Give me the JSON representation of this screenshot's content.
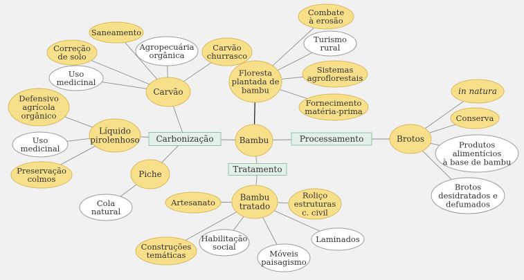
{
  "colors": {
    "background": "#f1f1f1",
    "yellow_fill": "#f8df8a",
    "yellow_stroke": "#d8ba5e",
    "white_fill": "#ffffff",
    "white_stroke": "#9a9a9a",
    "box_fill": "#e3f1e8",
    "box_stroke": "#8fc2a6",
    "line": "#8c8c8c",
    "line_dark": "#222222",
    "text": "#333333"
  },
  "center": {
    "label": "Bambu"
  },
  "processes": {
    "carbonizacao": "Carbonização",
    "processamento": "Processamento",
    "tratamento": "Tratamento"
  },
  "hubs": {
    "carvao": "Carvão",
    "liquido": [
      "Líquido",
      "pirolenhoso"
    ],
    "piche": "Piche",
    "floresta": [
      "Floresta",
      "plantada de",
      "bambu"
    ],
    "brotos": "Brotos",
    "bambu_tratado": [
      "Bambu",
      "tratado"
    ]
  },
  "leaves": {
    "saneamento": "Saneamento",
    "correcao": [
      "Correção",
      "de solo"
    ],
    "uso_medicinal_1": [
      "Uso",
      "medicinal"
    ],
    "agropecuaria": [
      "Agropecuária",
      "orgânica"
    ],
    "carvao_churrasco": [
      "Carvão",
      "churrasco"
    ],
    "defensivo": [
      "Defensivo",
      "agrícola",
      "orgânico"
    ],
    "uso_medicinal_2": [
      "Uso",
      "medicinal"
    ],
    "preservacao": [
      "Preservação",
      "colmos"
    ],
    "cola": [
      "Cola",
      "natural"
    ],
    "combate": [
      "Combate",
      "à erosão"
    ],
    "turismo": [
      "Turismo",
      "rural"
    ],
    "sistemas": [
      "Sistemas",
      "agroflorestais"
    ],
    "fornecimento": [
      "Fornecimento",
      "matéria-prima"
    ],
    "in_natura": "in natura",
    "conserva": "Conserva",
    "produtos": [
      "Produtos",
      "alimentícios",
      "à base de bambu"
    ],
    "brotos_desidratados": [
      "Brotos",
      "desidratados e",
      "defumados"
    ],
    "artesanato": "Artesanato",
    "rolico": [
      "Roliço",
      "estruturas",
      "c. civil"
    ],
    "habilitacao": [
      "Habilitação",
      "social"
    ],
    "laminados": "Laminados",
    "construcoes": [
      "Construções",
      "temáticas"
    ],
    "moveis": [
      "Móveis",
      "paisagismo"
    ]
  }
}
